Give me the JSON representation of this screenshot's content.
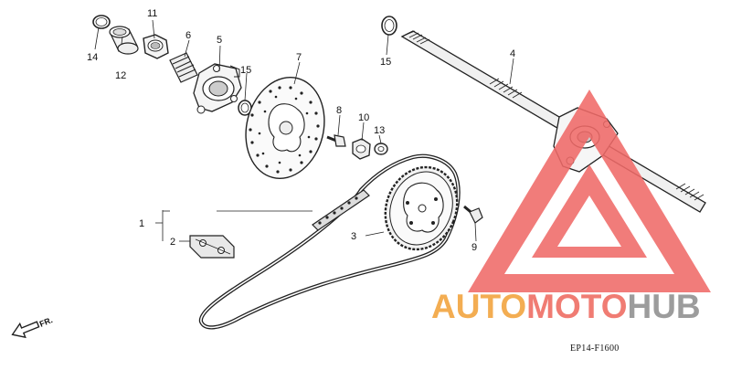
{
  "diagram": {
    "callouts": [
      "1",
      "2",
      "3",
      "4",
      "5",
      "6",
      "7",
      "8",
      "9",
      "10",
      "11",
      "12",
      "13",
      "14",
      "15",
      "15"
    ],
    "direction_label": "FR.",
    "drawing_code": "EP14-F1600"
  },
  "watermark": {
    "part1": "AUTO",
    "part2": "MOTO",
    "part3": "HUB",
    "colors": {
      "auto": "#f2a23b",
      "moto": "#ee6a60",
      "hub": "#8f8f8f",
      "triangle": "#f06a68"
    }
  }
}
